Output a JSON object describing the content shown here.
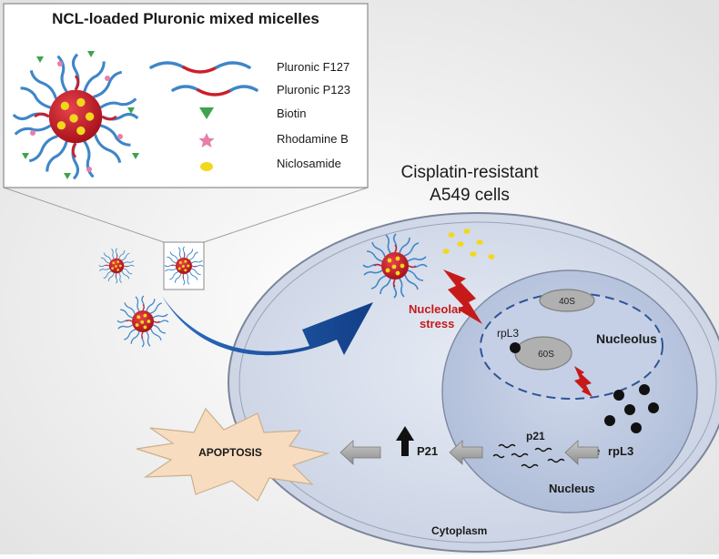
{
  "legend": {
    "title": "NCL-loaded Pluronic mixed micelles",
    "items": {
      "f127": "Pluronic F127",
      "p123": "Pluronic P123",
      "biotin": "Biotin",
      "rhodamine": "Rhodamine B",
      "niclosamide": "Niclosamide"
    }
  },
  "cell": {
    "title_line1": "Cisplatin-resistant",
    "title_line2": "A549 cells",
    "cytoplasm": "Cytoplasm",
    "nucleus": "Nucleus",
    "nucleolus": "Nucleolus",
    "ribosome_40s": "40S",
    "ribosome_60s": "60S",
    "rpl3": "rpL3",
    "free_rpl3_prefix": "free",
    "free_rpl3": "rpL3",
    "p21_nuclear": "p21",
    "p21_cytoplasm": "P21",
    "stress_line1": "Nucleolar",
    "stress_line2": "stress",
    "apoptosis": "APOPTOSIS"
  },
  "colors": {
    "corona": "#3f86c8",
    "core": "#cc1f2a",
    "niclosamide": "#f2d81c",
    "biotin": "#3fa34d",
    "rhodamine": "#e77fa8",
    "big_arrow": "#1d55a8",
    "stress_arrow": "#c61a1a",
    "cell_fill": "#d6ddeb",
    "nucleus_fill": "#bcc9e0",
    "apoptosis_fill": "#f8dcc0",
    "gray_arrow": "#a7a7a7"
  },
  "icons": [
    "micelle-icon",
    "biotin-triangle-icon",
    "rhodamine-star-icon",
    "niclosamide-dot-icon",
    "up-arrow-icon",
    "lightning-arrow-icon"
  ]
}
